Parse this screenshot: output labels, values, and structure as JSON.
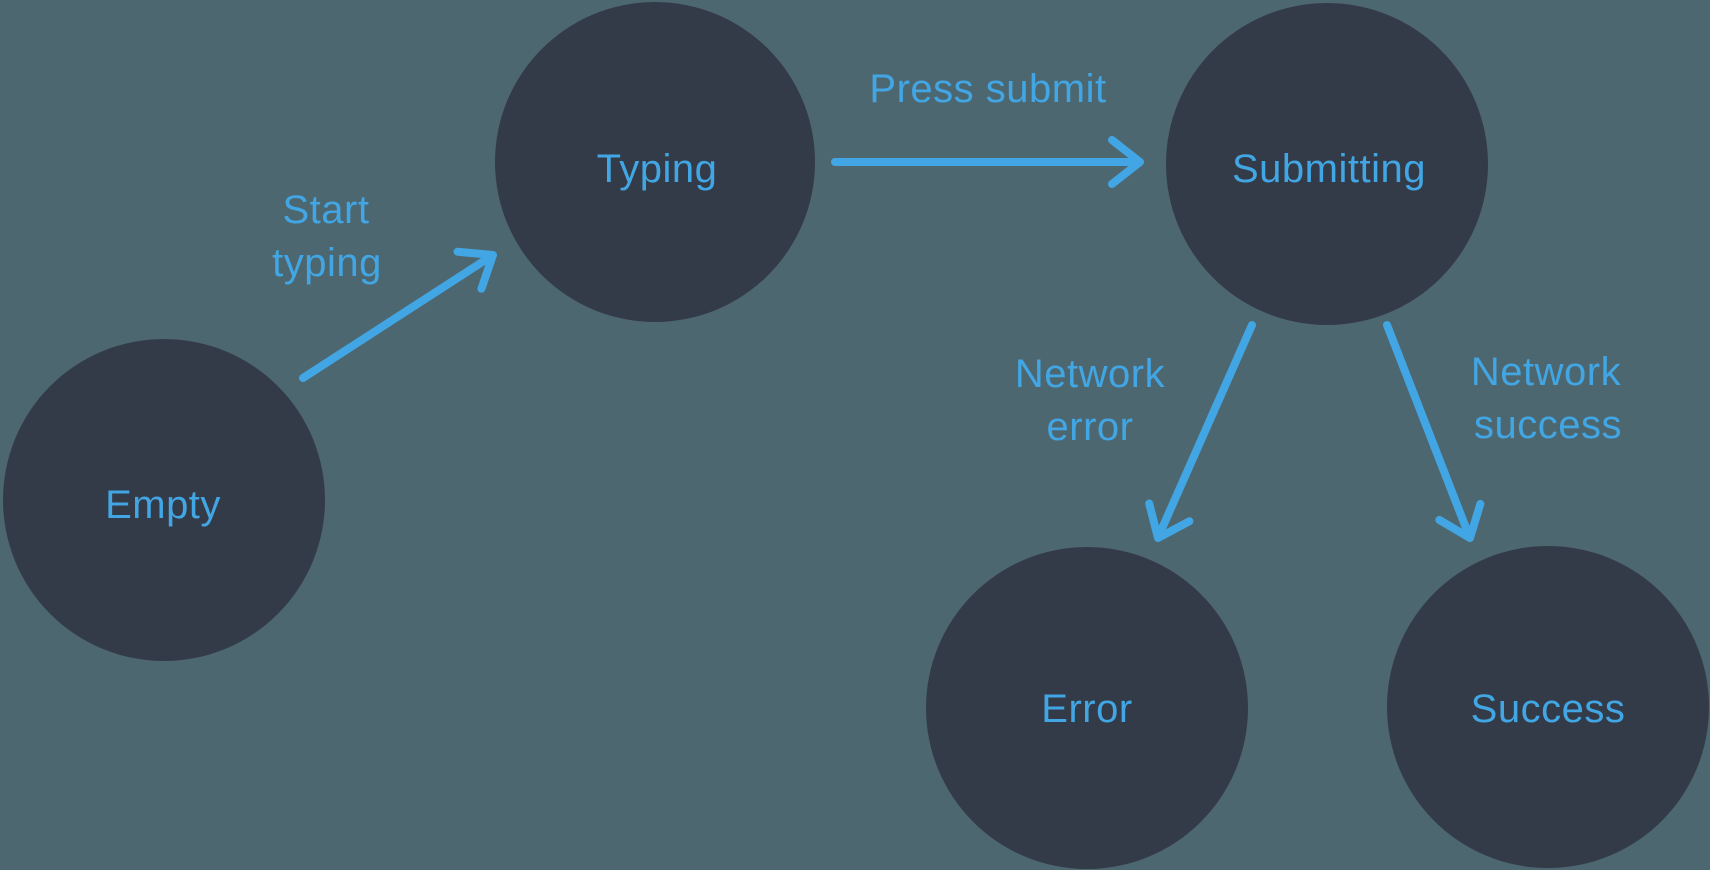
{
  "diagram": {
    "type": "state-machine",
    "colors": {
      "background": "#4D6771",
      "node_fill": "#333B48",
      "accent": "#41A6E3"
    },
    "nodes": [
      {
        "id": "empty",
        "label": "Empty"
      },
      {
        "id": "typing",
        "label": "Typing"
      },
      {
        "id": "submitting",
        "label": "Submitting"
      },
      {
        "id": "error",
        "label": "Error"
      },
      {
        "id": "success",
        "label": "Success"
      }
    ],
    "transitions": [
      {
        "from": "empty",
        "to": "typing",
        "label": "Start typing",
        "label_lines": [
          "Start",
          "typing"
        ]
      },
      {
        "from": "typing",
        "to": "submitting",
        "label": "Press submit",
        "label_lines": [
          "Press submit"
        ]
      },
      {
        "from": "submitting",
        "to": "error",
        "label": "Network error",
        "label_lines": [
          "Network",
          "error"
        ]
      },
      {
        "from": "submitting",
        "to": "success",
        "label": "Network success",
        "label_lines": [
          "Network",
          "success"
        ]
      }
    ]
  }
}
